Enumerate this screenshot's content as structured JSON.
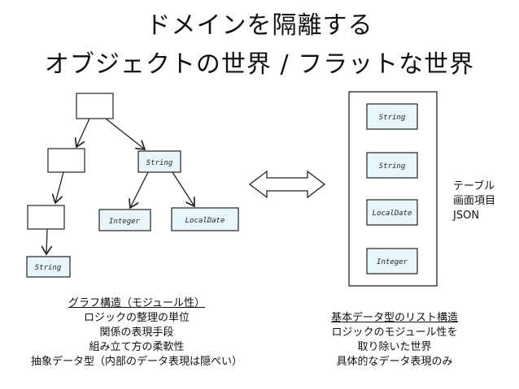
{
  "title": {
    "line1": "ドメインを隔離する",
    "line2": "オブジェクトの世界 / フラットな世界"
  },
  "graph": {
    "string_child": "String",
    "integer": "Integer",
    "localdate": "LocalDate",
    "string_leaf": "String"
  },
  "flat_list": {
    "items": [
      "String",
      "String",
      "LocalDate",
      "Integer"
    ]
  },
  "side_note": {
    "line1": "テーブル",
    "line2": "画面項目",
    "line3": "JSON"
  },
  "caption_left": {
    "heading": "グラフ構造（モジュール性）",
    "line1": "ロジックの整理の単位",
    "line2": "関係の表現手段",
    "line3": "組み立て方の柔軟性",
    "line4": "抽象データ型（内部のデータ表現は隠ぺい）"
  },
  "caption_right": {
    "heading": "基本データ型のリスト構造",
    "line1": "ロジックのモジュール性を",
    "line2": "取り除いた世界",
    "line3": "具体的なデータ表現のみ"
  },
  "colors": {
    "box_fill": "#e6f6fb",
    "box_stroke": "#222222"
  }
}
